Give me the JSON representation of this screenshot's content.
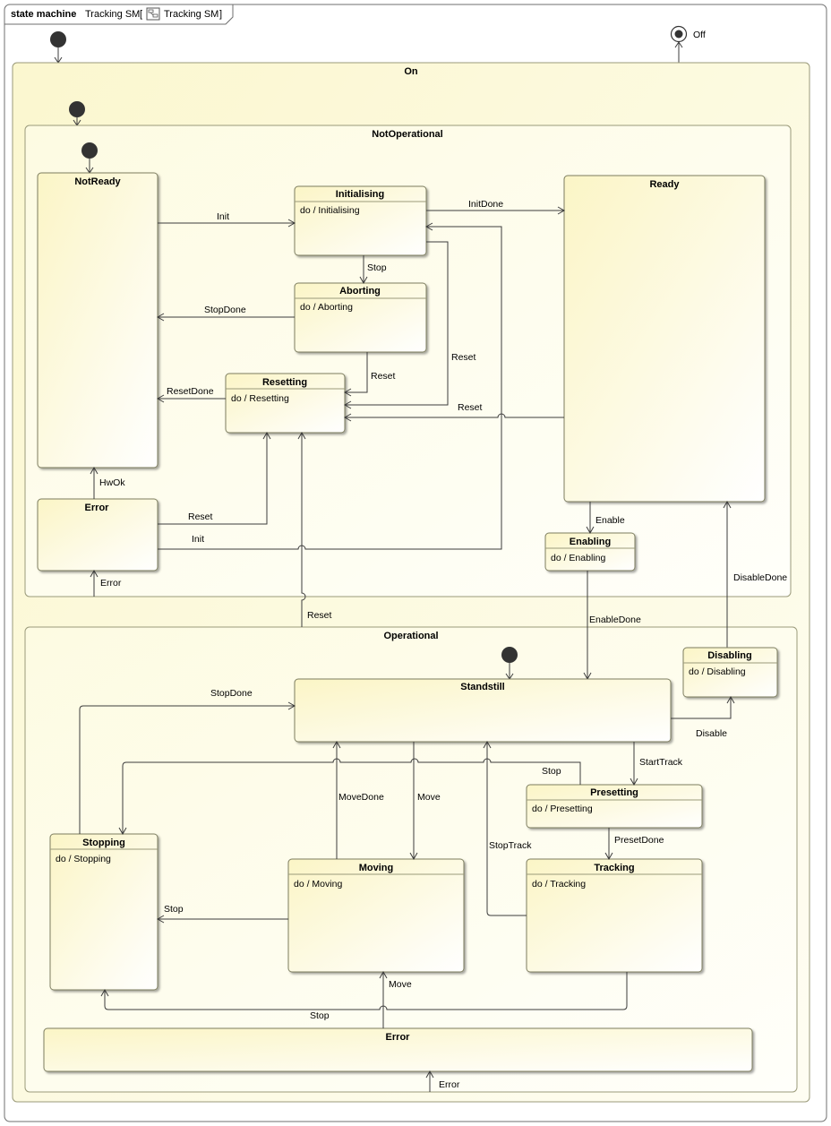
{
  "header": {
    "kind": "state machine",
    "name": "Tracking SM",
    "bracket_open": "[",
    "ref_name": "Tracking SM",
    "bracket_close": "]",
    "ref_icon": "state-machine-icon"
  },
  "final_state": {
    "label": "Off"
  },
  "on": {
    "title": "On"
  },
  "not_operational": {
    "title": "NotOperational",
    "states": {
      "not_ready": {
        "title": "NotReady"
      },
      "initialising": {
        "title": "Initialising",
        "activity": "do / Initialising"
      },
      "aborting": {
        "title": "Aborting",
        "activity": "do / Aborting"
      },
      "resetting": {
        "title": "Resetting",
        "activity": "do / Resetting"
      },
      "ready": {
        "title": "Ready"
      },
      "error": {
        "title": "Error"
      },
      "enabling": {
        "title": "Enabling",
        "activity": "do / Enabling"
      }
    },
    "transitions": {
      "init": "Init",
      "init_done": "InitDone",
      "stop": "Stop",
      "stop_done": "StopDone",
      "reset_aborting": "Reset",
      "reset_initialising": "Reset",
      "reset_ready": "Reset",
      "reset_done": "ResetDone",
      "hw_ok": "HwOk",
      "reset_error": "Reset",
      "init_error": "Init",
      "enable": "Enable",
      "error_in": "Error",
      "disable_done": "DisableDone"
    }
  },
  "cross": {
    "reset_operational": "Reset",
    "enable_done": "EnableDone"
  },
  "operational": {
    "title": "Operational",
    "states": {
      "standstill": {
        "title": "Standstill"
      },
      "disabling": {
        "title": "Disabling",
        "activity": "do / Disabling"
      },
      "presetting": {
        "title": "Presetting",
        "activity": "do / Presetting"
      },
      "stopping": {
        "title": "Stopping",
        "activity": "do / Stopping"
      },
      "moving": {
        "title": "Moving",
        "activity": "do / Moving"
      },
      "tracking": {
        "title": "Tracking",
        "activity": "do / Tracking"
      },
      "error": {
        "title": "Error"
      }
    },
    "transitions": {
      "stop_done": "StopDone",
      "disable": "Disable",
      "stop_presetting": "Stop",
      "start_track": "StartTrack",
      "move_done": "MoveDone",
      "move": "Move",
      "preset_done": "PresetDone",
      "stop_track": "StopTrack",
      "stop_moving": "Stop",
      "move_error": "Move",
      "stop_tracking": "Stop",
      "error_in": "Error"
    }
  }
}
